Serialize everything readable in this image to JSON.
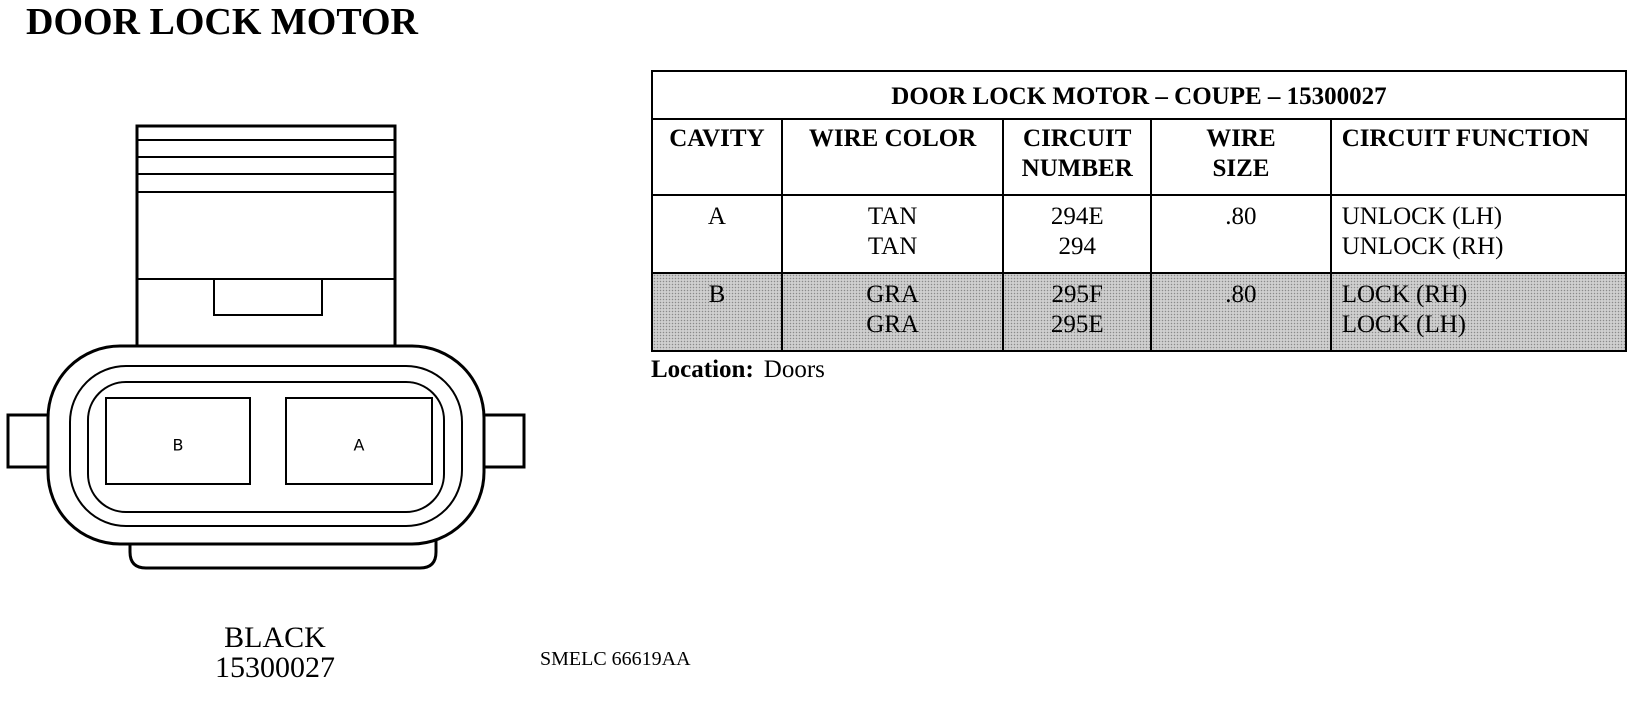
{
  "title": "DOOR LOCK MOTOR",
  "connector": {
    "color": "BLACK",
    "part_number": "15300027",
    "cavity_labels": [
      "B",
      "A"
    ]
  },
  "reference_code": "SMELC 66619AA",
  "table": {
    "title": "DOOR LOCK MOTOR – COUPE – 15300027",
    "headers": {
      "cavity": "CAVITY",
      "wire_color": "WIRE COLOR",
      "circuit_number_1": "CIRCUIT",
      "circuit_number_2": "NUMBER",
      "wire_size_1": "WIRE",
      "wire_size_2": "SIZE",
      "circuit_function": "CIRCUIT FUNCTION"
    },
    "rows": [
      {
        "cavity": "A",
        "wire_color_1": "TAN",
        "wire_color_2": "TAN",
        "circuit_1": "294E",
        "circuit_2": "294",
        "wire_size": ".80",
        "function_1": "UNLOCK (LH)",
        "function_2": "UNLOCK (RH)"
      },
      {
        "cavity": "B",
        "wire_color_1": "GRA",
        "wire_color_2": "GRA",
        "circuit_1": "295F",
        "circuit_2": "295E",
        "wire_size": ".80",
        "function_1": "LOCK (RH)",
        "function_2": "LOCK (LH)"
      }
    ]
  },
  "location": {
    "label": "Location:",
    "value": "Doors"
  }
}
